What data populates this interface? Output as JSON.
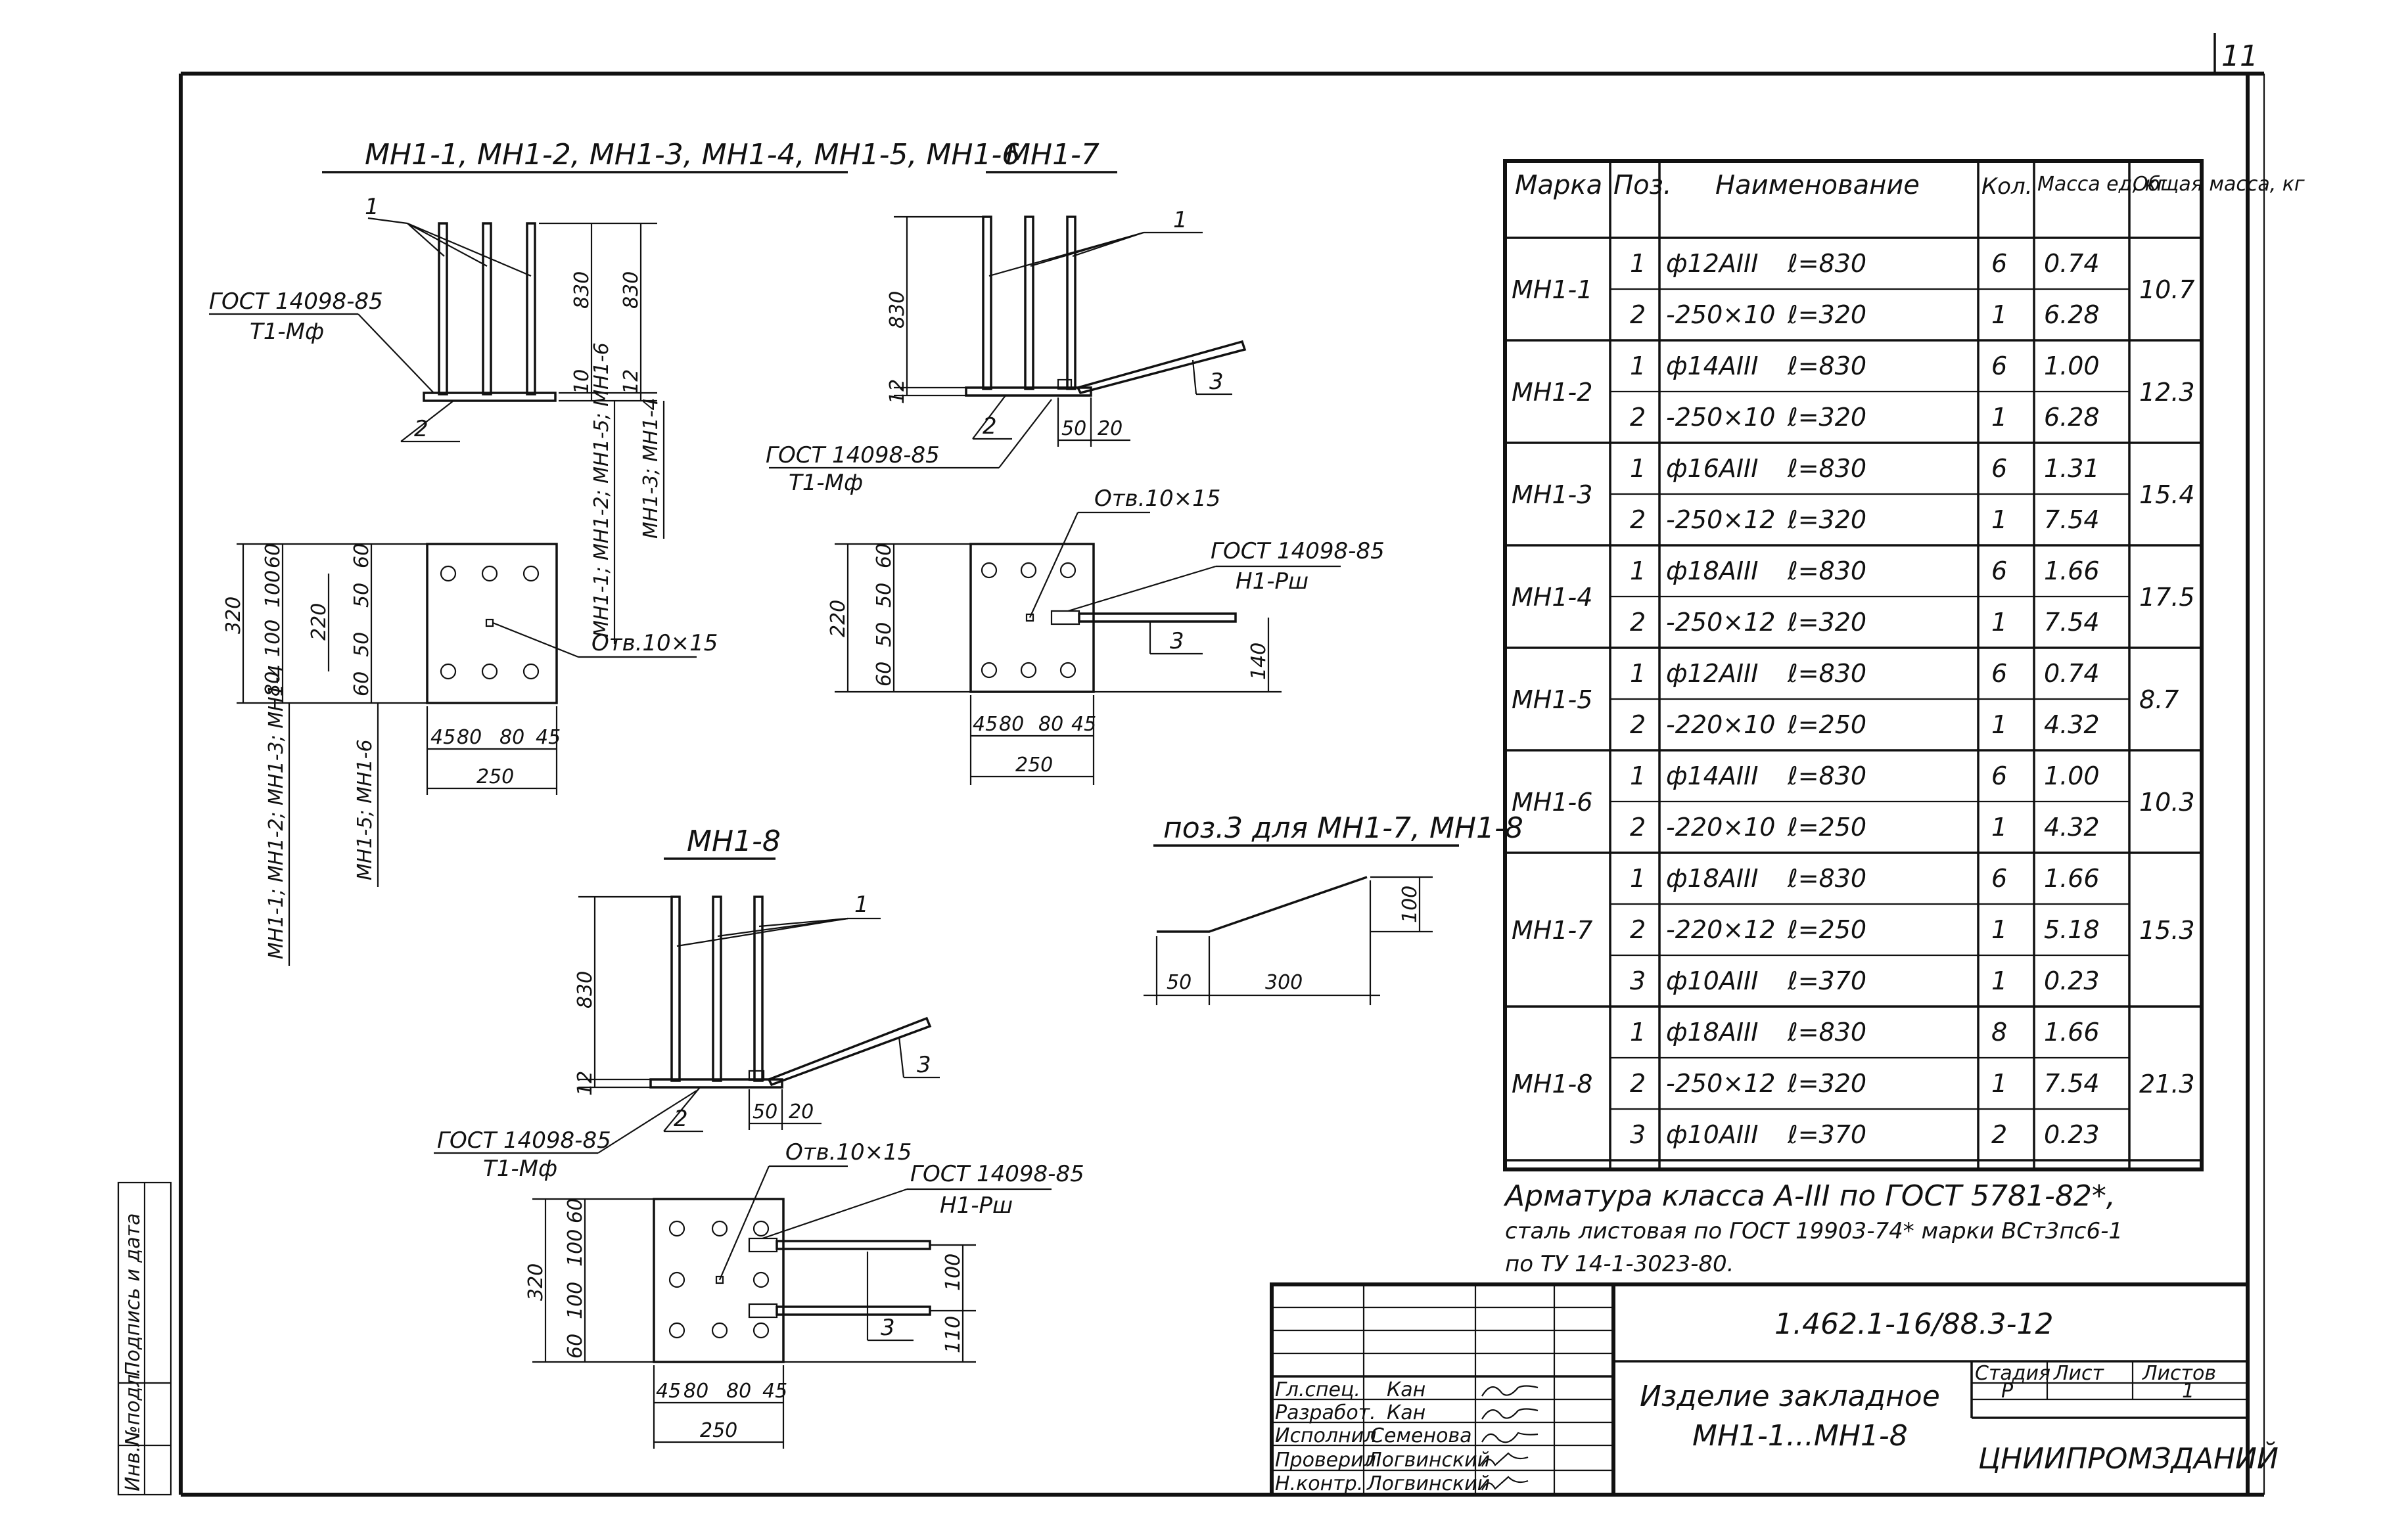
{
  "sheet": {
    "page_number": "11",
    "side_stamp": [
      "Инв.№подл.",
      "Подпись и дата"
    ]
  },
  "views": {
    "mn1_1_6": {
      "title": "МН1-1, МН1-2, МН1-3, МН1-4, МН1-5, МН1-6",
      "weld": [
        "ГОСТ 14098-85",
        "Т1-Мф"
      ],
      "item1": "1",
      "item2": "2",
      "height_a": "830",
      "height_b": "830",
      "plate_a": "10",
      "plate_b": "12",
      "vert_note_a": "МН1-1; МН1-2; МН1-5; МН1-6",
      "vert_note_b": "МН1-3; МН1-4",
      "plan_hole": "Отв.10×15",
      "plan_h": "320",
      "plan_w": "250",
      "plan_dims_a": [
        "80",
        "100",
        "100",
        "60"
      ],
      "plan_h2": "220",
      "plan_dims_b": [
        "60",
        "50",
        "50",
        "60"
      ],
      "plan_bottom": [
        "45",
        "80",
        "80",
        "45"
      ],
      "left_note_a": "МН1-1; МН1-2; МН1-3; МН1-4",
      "left_note_b": "МН1-5; МН1-6"
    },
    "mn1_7": {
      "title": "МН1-7",
      "item1": "1",
      "item2": "2",
      "item3": "3",
      "height": "830",
      "plate": "12",
      "d50": "50",
      "d20": "20",
      "weld_a": [
        "ГОСТ 14098-85",
        "Т1-Мф"
      ],
      "weld_b": [
        "ГОСТ 14098-85",
        "Н1-Рш"
      ],
      "hole": "Отв.10×15",
      "plan_h": "220",
      "plan_w": "250",
      "plan_dims": [
        "60",
        "50",
        "50",
        "60"
      ],
      "plan_bottom": [
        "45",
        "80",
        "80",
        "45"
      ],
      "d140": "140"
    },
    "pos3": {
      "title": "поз.3 для МН1-7, МН1-8",
      "d50": "50",
      "d300": "300",
      "d100": "100"
    },
    "mn1_8": {
      "title": "МН1-8",
      "item1": "1",
      "item2": "2",
      "item3": "3",
      "height": "830",
      "plate": "12",
      "d50": "50",
      "d20": "20",
      "weld_a": [
        "ГОСТ 14098-85",
        "Т1-Мф"
      ],
      "weld_b": [
        "ГОСТ 14098-85",
        "Н1-Рш"
      ],
      "hole": "Отв.10×15",
      "plan_h": "320",
      "plan_w": "250",
      "plan_dims": [
        "60",
        "100",
        "100",
        "60"
      ],
      "plan_bottom": [
        "45",
        "80",
        "80",
        "45"
      ],
      "d100": "100",
      "d110": "110"
    }
  },
  "spec": {
    "headers": [
      "Марка",
      "Поз.",
      "Наименование",
      "Кол.",
      "Масса ед, кг",
      "Общая масса, кг"
    ],
    "groups": [
      {
        "mark": "МН1-1",
        "total": "10.7",
        "rows": [
          {
            "pos": "1",
            "name": "ф12АIII",
            "len": "ℓ=830",
            "qty": "6",
            "mass": "0.74"
          },
          {
            "pos": "2",
            "name": "-250×10",
            "len": "ℓ=320",
            "qty": "1",
            "mass": "6.28"
          }
        ]
      },
      {
        "mark": "МН1-2",
        "total": "12.3",
        "rows": [
          {
            "pos": "1",
            "name": "ф14АIII",
            "len": "ℓ=830",
            "qty": "6",
            "mass": "1.00"
          },
          {
            "pos": "2",
            "name": "-250×10",
            "len": "ℓ=320",
            "qty": "1",
            "mass": "6.28"
          }
        ]
      },
      {
        "mark": "МН1-3",
        "total": "15.4",
        "rows": [
          {
            "pos": "1",
            "name": "ф16АIII",
            "len": "ℓ=830",
            "qty": "6",
            "mass": "1.31"
          },
          {
            "pos": "2",
            "name": "-250×12",
            "len": "ℓ=320",
            "qty": "1",
            "mass": "7.54"
          }
        ]
      },
      {
        "mark": "МН1-4",
        "total": "17.5",
        "rows": [
          {
            "pos": "1",
            "name": "ф18АIII",
            "len": "ℓ=830",
            "qty": "6",
            "mass": "1.66"
          },
          {
            "pos": "2",
            "name": "-250×12",
            "len": "ℓ=320",
            "qty": "1",
            "mass": "7.54"
          }
        ]
      },
      {
        "mark": "МН1-5",
        "total": "8.7",
        "rows": [
          {
            "pos": "1",
            "name": "ф12АIII",
            "len": "ℓ=830",
            "qty": "6",
            "mass": "0.74"
          },
          {
            "pos": "2",
            "name": "-220×10",
            "len": "ℓ=250",
            "qty": "1",
            "mass": "4.32"
          }
        ]
      },
      {
        "mark": "МН1-6",
        "total": "10.3",
        "rows": [
          {
            "pos": "1",
            "name": "ф14АIII",
            "len": "ℓ=830",
            "qty": "6",
            "mass": "1.00"
          },
          {
            "pos": "2",
            "name": "-220×10",
            "len": "ℓ=250",
            "qty": "1",
            "mass": "4.32"
          }
        ]
      },
      {
        "mark": "МН1-7",
        "total": "15.3",
        "rows": [
          {
            "pos": "1",
            "name": "ф18АIII",
            "len": "ℓ=830",
            "qty": "6",
            "mass": "1.66"
          },
          {
            "pos": "2",
            "name": "-220×12",
            "len": "ℓ=250",
            "qty": "1",
            "mass": "5.18"
          },
          {
            "pos": "3",
            "name": "ф10АIII",
            "len": "ℓ=370",
            "qty": "1",
            "mass": "0.23"
          }
        ]
      },
      {
        "mark": "МН1-8",
        "total": "21.3",
        "rows": [
          {
            "pos": "1",
            "name": "ф18АIII",
            "len": "ℓ=830",
            "qty": "8",
            "mass": "1.66"
          },
          {
            "pos": "2",
            "name": "-250×12",
            "len": "ℓ=320",
            "qty": "1",
            "mass": "7.54"
          },
          {
            "pos": "3",
            "name": "ф10АIII",
            "len": "ℓ=370",
            "qty": "2",
            "mass": "0.23"
          }
        ]
      }
    ]
  },
  "notes": [
    "Арматура класса А-III по ГОСТ 5781-82*,",
    "сталь листовая по ГОСТ 19903-74* марки ВСт3пс6-1",
    "по ТУ 14-1-3023-80."
  ],
  "title_block": {
    "code": "1.462.1-16/88.3-12",
    "title_1": "Изделие закладное",
    "title_2": "МН1-1...МН1-8",
    "stage_label": "Стадия",
    "sheet_label": "Лист",
    "sheets_label": "Листов",
    "stage": "Р",
    "sheet": "",
    "sheets": "1",
    "org": "ЦНИИПРОМЗДАНИЙ",
    "roles": [
      {
        "role": "Гл.спец.",
        "name": "Кан"
      },
      {
        "role": "Разработ.",
        "name": "Кан"
      },
      {
        "role": "Исполнил",
        "name": "Семенова"
      },
      {
        "role": "Проверил",
        "name": "Логвинский"
      },
      {
        "role": "Н.контр.",
        "name": "Логвинский"
      }
    ]
  }
}
